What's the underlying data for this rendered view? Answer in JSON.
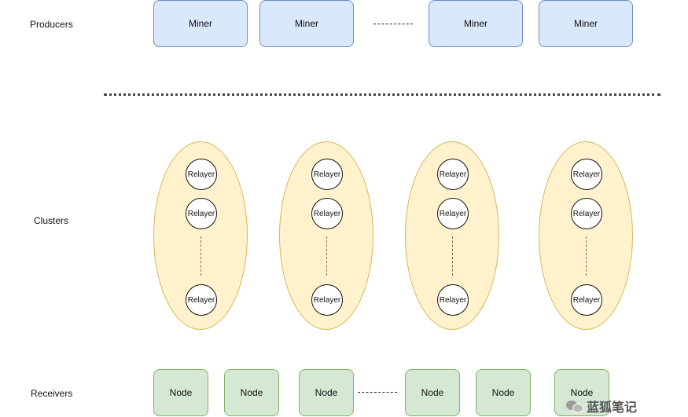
{
  "labels": {
    "producers": "Producers",
    "clusters": "Clusters",
    "receivers": "Receivers"
  },
  "producers": {
    "miners": [
      "Miner",
      "Miner",
      "Miner",
      "Miner"
    ]
  },
  "clusters": {
    "items": [
      {
        "relayers": [
          "Relayer",
          "Relayer",
          "Relayer"
        ]
      },
      {
        "relayers": [
          "Relayer",
          "Relayer",
          "Relayer"
        ]
      },
      {
        "relayers": [
          "Relayer",
          "Relayer",
          "Relayer"
        ]
      },
      {
        "relayers": [
          "Relayer",
          "Relayer",
          "Relayer"
        ]
      }
    ]
  },
  "receivers": {
    "nodes": [
      "Node",
      "Node",
      "Node",
      "Node",
      "Node",
      "Node"
    ]
  },
  "watermark": {
    "text": "蓝狐笔记"
  },
  "colors": {
    "miner_fill": "#dae8fc",
    "miner_stroke": "#6c8ebf",
    "cluster_fill": "#fff2cc",
    "cluster_stroke": "#d6b656",
    "node_fill": "#d5e8d4",
    "node_stroke": "#82b366"
  }
}
